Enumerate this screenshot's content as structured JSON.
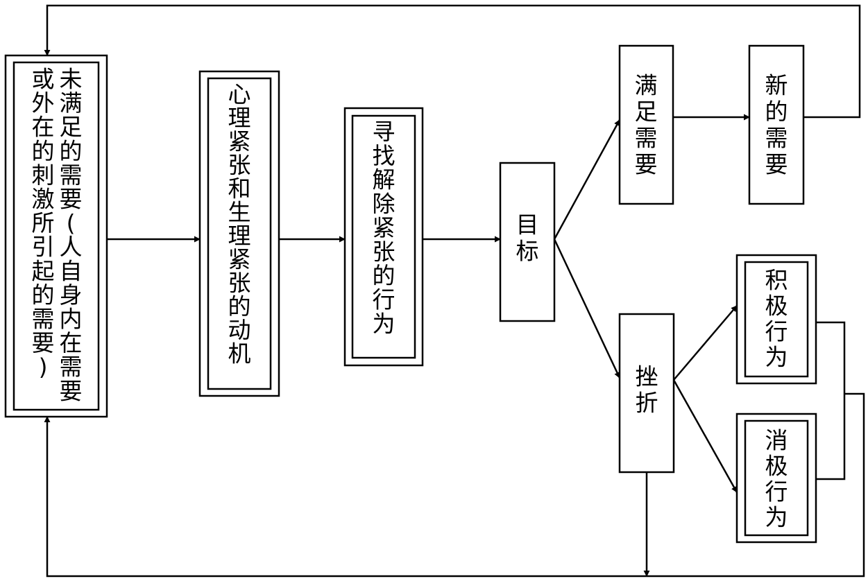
{
  "nodes": {
    "unmet_need": {
      "col1": "未满足的需要(人自身内在需要",
      "col2": "或外在的刺激所引起的需要)"
    },
    "tension_motive": "心理紧张和生理紧张的动机",
    "seek_behavior": "寻找解除紧张的行为",
    "goal": "目标",
    "satisfied": "满足需要",
    "new_need": "新的需要",
    "frustration": "挫折",
    "positive": "积极行为",
    "negative": "消极行为"
  },
  "style": {
    "stroke": "#000000",
    "background": "#ffffff"
  }
}
